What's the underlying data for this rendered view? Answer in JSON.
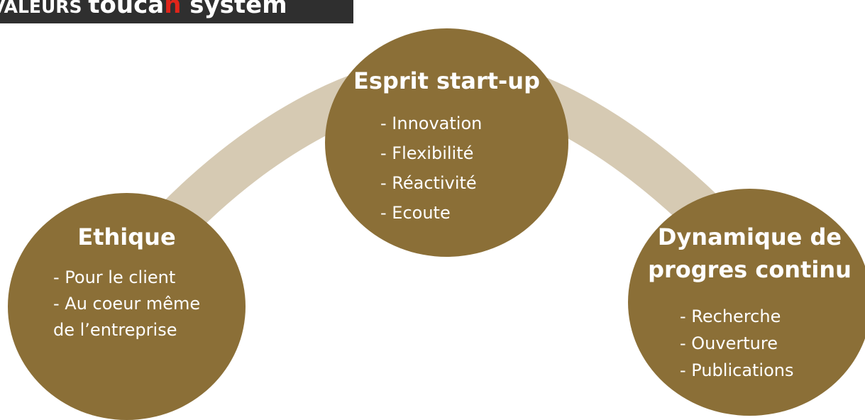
{
  "header": {
    "caps_text": "VALEURS ",
    "brand_prefix": "touca",
    "brand_accent": "n",
    "brand_suffix": " system"
  },
  "colors": {
    "banner_background": "#2f2f2f",
    "circle_fill": "#8b6f37",
    "connector": "#d6cab3",
    "accent": "#e1251b",
    "text_light": "#ffffff"
  },
  "values": [
    {
      "title_lines": [
        "Ethique"
      ],
      "items": [
        "- Pour le client",
        "- Au coeur même",
        "de l’entreprise"
      ]
    },
    {
      "title_lines": [
        "Esprit start-up"
      ],
      "items": [
        "- Innovation",
        "- Flexibilité",
        "- Réactivité",
        "- Ecoute"
      ]
    },
    {
      "title_lines": [
        "Dynamique de",
        "progres continu"
      ],
      "items": [
        "- Recherche",
        "- Ouverture",
        "- Publications"
      ]
    }
  ]
}
